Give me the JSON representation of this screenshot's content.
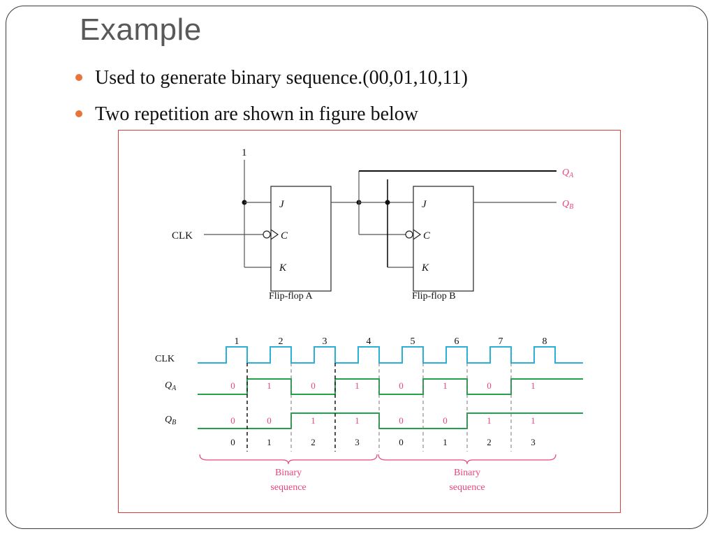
{
  "slide": {
    "title": "Example",
    "bullets": [
      "Used to generate binary sequence.(00,01,10,11)",
      "Two repetition are shown in figure below"
    ]
  },
  "colors": {
    "bullet": "#e8743b",
    "figure_border": "#e03a3a",
    "clk_wave": "#2ab0d6",
    "q_wave": "#1fa24a",
    "state_text": "#e8457f",
    "q_label": "#e8457f"
  },
  "figure": {
    "logic_high_label": "1",
    "clk_label": "CLK",
    "outputs": {
      "qa": "Q",
      "qa_sub": "A",
      "qb": "Q",
      "qb_sub": "B"
    },
    "flip_flops": [
      {
        "name": "Flip-flop A",
        "pins": {
          "j": "J",
          "c": "C",
          "k": "K"
        }
      },
      {
        "name": "Flip-flop B",
        "pins": {
          "j": "J",
          "c": "C",
          "k": "K"
        }
      }
    ],
    "timing": {
      "clk_label": "CLK",
      "qa_label": "Q",
      "qa_sub": "A",
      "qb_label": "Q",
      "qb_sub": "B",
      "pulse_numbers": [
        "1",
        "2",
        "3",
        "4",
        "5",
        "6",
        "7",
        "8"
      ],
      "qa_values": [
        "0",
        "1",
        "0",
        "1",
        "0",
        "1",
        "0",
        "1"
      ],
      "qb_values": [
        "0",
        "0",
        "1",
        "1",
        "0",
        "0",
        "1",
        "1"
      ],
      "state_numbers": [
        "0",
        "1",
        "2",
        "3",
        "0",
        "1",
        "2",
        "3"
      ],
      "brace_label_line1": "Binary",
      "brace_label_line2": "sequence"
    }
  }
}
